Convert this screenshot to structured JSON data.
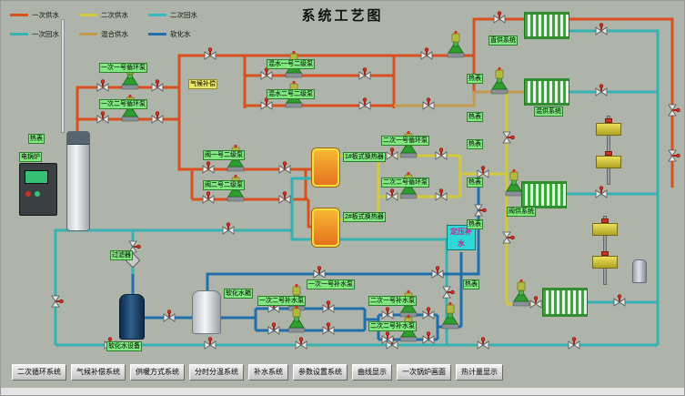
{
  "title": "系统工艺图",
  "legend": {
    "items": [
      {
        "label": "一次供水",
        "color": "#d94f1e"
      },
      {
        "label": "二次供水",
        "color": "#d2ca3a"
      },
      {
        "label": "二次回水",
        "color": "#3ab8c0"
      },
      {
        "label": "一次回水",
        "color": "#35b2b2"
      },
      {
        "label": "混合供水",
        "color": "#c49a4e"
      },
      {
        "label": "软化水",
        "color": "#1f6fad"
      }
    ]
  },
  "systems": {
    "direct": "直供系统",
    "mixed": "混供系统",
    "valve": "阀供系统"
  },
  "equipment": {
    "boiler": "电锅炉",
    "filter": "过滤器",
    "softener": "软化水设备",
    "soft_tank": "软化水箱",
    "hx1": "1#板式换热器",
    "hx2": "2#板式换热器",
    "climate": "气候补偿",
    "pressure_makeup": "定压补水",
    "heat_meter": "热表"
  },
  "pumps": {
    "primary1": "一次一号循环泵",
    "primary2": "一次二号循环泵",
    "mix1": "混水一号二级泵",
    "mix2": "混水二号二级泵",
    "valve1": "阀一号二级泵",
    "valve2": "阀二号二级泵",
    "secondary1": "二次一号循环泵",
    "secondary2": "二次二号循环泵",
    "makeup_p1": "一次一号补水泵",
    "makeup_p2": "一次二号补水泵",
    "makeup_s1": "二次一号补水泵",
    "makeup_s2": "二次二号补水泵"
  },
  "buttons": [
    "二次循环系统",
    "气候补偿系统",
    "供暖方式系统",
    "分时分温系统",
    "补水系统",
    "参数设置系统",
    "曲线显示",
    "一次锅炉画面",
    "热计量显示"
  ]
}
